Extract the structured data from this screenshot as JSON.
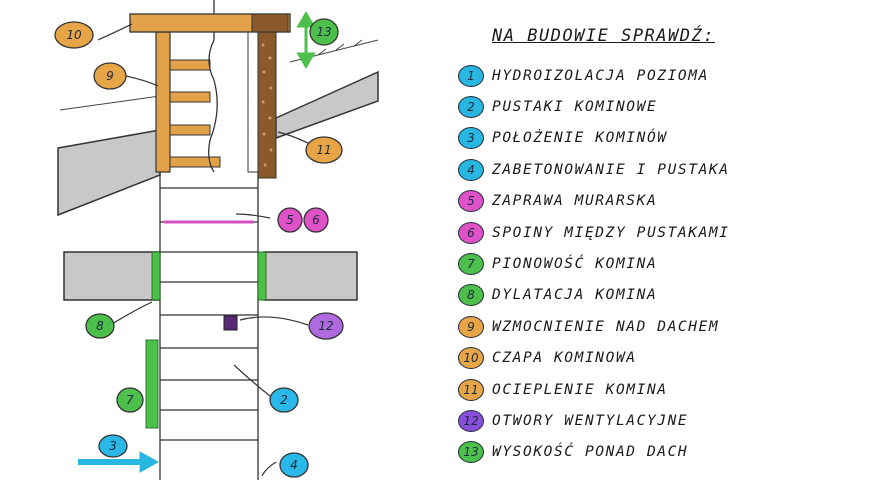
{
  "legend": {
    "title": "NA BUDOWIE SPRAWDŹ:",
    "items": [
      {
        "num": "1",
        "text": "HYDROIZOLACJA POZIOMA",
        "color": "#29b6e0"
      },
      {
        "num": "2",
        "text": "PUSTAKI KOMINOWE",
        "color": "#29b6e0"
      },
      {
        "num": "3",
        "text": "POŁOŻENIE KOMINÓW",
        "color": "#29b6e0"
      },
      {
        "num": "4",
        "text": "ZABETONOWANIE I PUSTAKA",
        "color": "#29b6e0"
      },
      {
        "num": "5",
        "text": "ZAPRAWA MURARSKA",
        "color": "#e052c8"
      },
      {
        "num": "6",
        "text": "SPOINY MIĘDZY PUSTAKAMI",
        "color": "#e052c8"
      },
      {
        "num": "7",
        "text": "PIONOWOŚĆ KOMINA",
        "color": "#4cc04a"
      },
      {
        "num": "8",
        "text": "DYLATACJA KOMINA",
        "color": "#4cc04a"
      },
      {
        "num": "9",
        "text": "WZMOCNIENIE NAD DACHEM",
        "color": "#e8a548"
      },
      {
        "num": "10",
        "text": "CZAPA KOMINOWA",
        "color": "#e8a548"
      },
      {
        "num": "11",
        "text": "OCIEPLENIE KOMINA",
        "color": "#e8a548"
      },
      {
        "num": "12",
        "text": "OTWORY WENTYLACYJNE",
        "color": "#8a4fd8"
      },
      {
        "num": "13",
        "text": "WYSOKOŚĆ PONAD DACH",
        "color": "#4cc04a"
      }
    ]
  },
  "diagram": {
    "callouts": {
      "n10": "10",
      "n13": "13",
      "n9": "9",
      "n11": "11",
      "n5": "5",
      "n6": "6",
      "n8": "8",
      "n12": "12",
      "n7": "7",
      "n2": "2",
      "n3": "3",
      "n4": "4"
    },
    "colors": {
      "wood": "#e3a24a",
      "insulation": "#8a5a2b",
      "concrete": "#c8c8c8",
      "mortar": "#d44fc0",
      "green": "#4cc04a",
      "purple": "#5a2a7a",
      "cyan": "#29b6e0",
      "orange_badge": "#e8a548",
      "purple_badge": "#b06ae0",
      "cyan_badge": "#2ab8e8",
      "pink_badge": "#e052c8",
      "green_badge": "#4cc04a"
    }
  }
}
